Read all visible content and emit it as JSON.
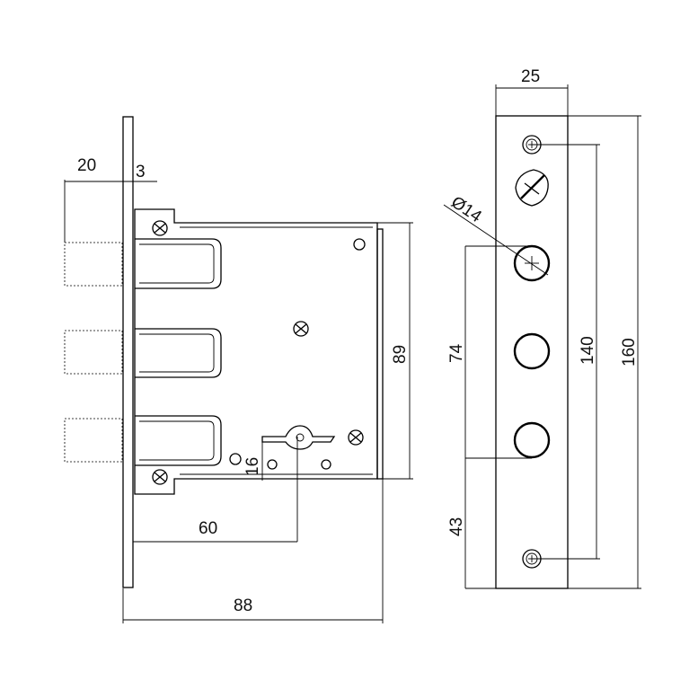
{
  "drawing": {
    "dimensions": {
      "bolt_throw": "20",
      "faceplate_thickness": "3",
      "backset": "60",
      "body_width": "88",
      "body_height": "89",
      "key_offset": "16",
      "plate_width": "25",
      "hole_diameter": "Ø14",
      "hole_spacing": "74",
      "lower_offset": "43",
      "screw_spacing": "140",
      "plate_length": "160"
    }
  }
}
